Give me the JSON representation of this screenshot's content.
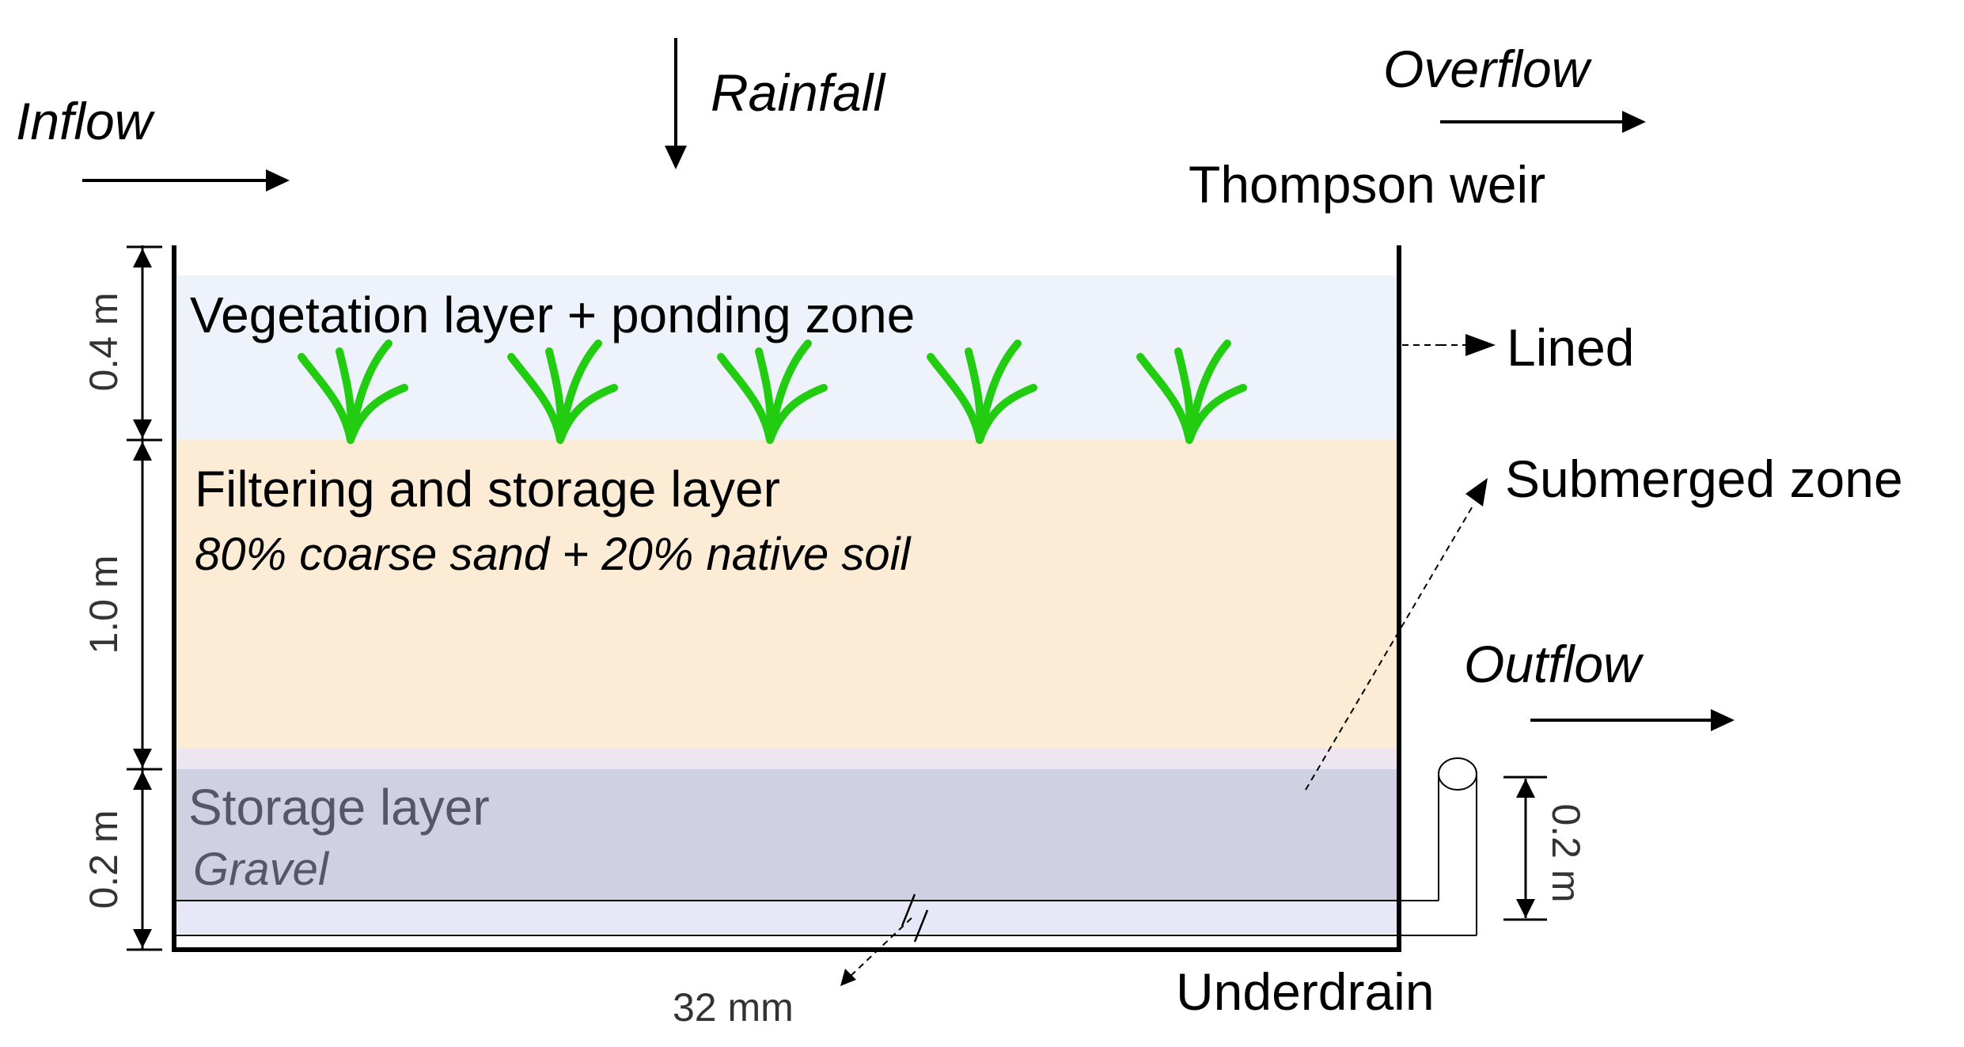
{
  "labels": {
    "inflow": "Inflow",
    "rainfall": "Rainfall",
    "overflow": "Overflow",
    "thompson_weir": "Thompson weir",
    "lined": "Lined",
    "submerged_zone": "Submerged zone",
    "outflow": "Outflow",
    "underdrain": "Underdrain"
  },
  "layers": {
    "vegetation": {
      "title": "Vegetation layer + ponding zone",
      "thickness": "0.4 m"
    },
    "filtering": {
      "title": "Filtering and storage layer",
      "subtitle": "80% coarse sand + 20% native soil",
      "thickness": "1.0 m"
    },
    "storage": {
      "title": "Storage layer",
      "subtitle": "Gravel",
      "thickness": "0.2 m"
    }
  },
  "dimensions": {
    "pipe_diameter": "32 mm",
    "submerged_height": "0.2 m"
  },
  "plants": {
    "count": 5,
    "icon": "plant-icon"
  },
  "colors": {
    "vegetation_fill": "#eef2fb",
    "filtering_fill": "#fcecd5",
    "transition_fill": "#ede6f0",
    "storage_fill": "#cfd0e2",
    "pipe_zone_fill": "#e6e8f8",
    "plant_green": "#22cc11"
  }
}
